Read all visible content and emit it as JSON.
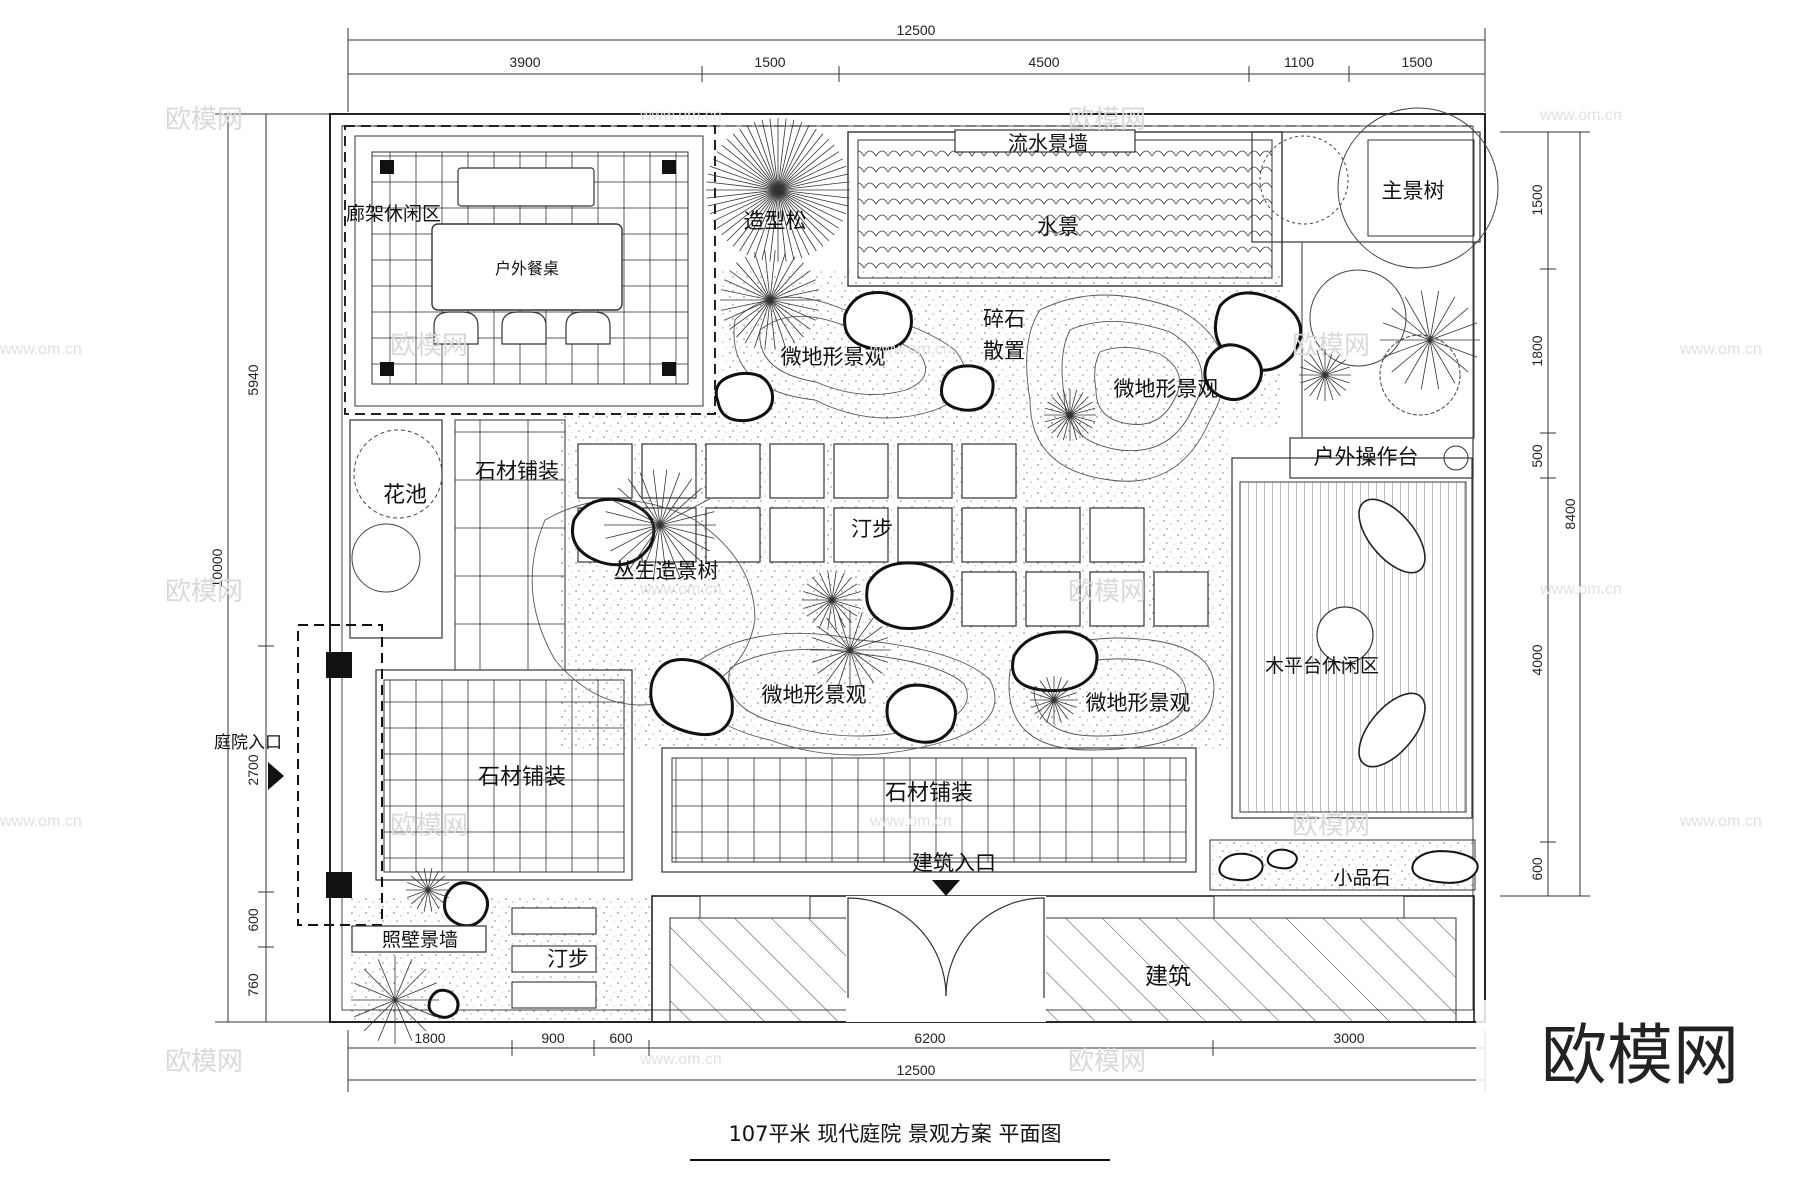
{
  "dimensions": {
    "top_total": "12500",
    "top_segments": [
      "3900",
      "1500",
      "4500",
      "1100",
      "1500"
    ],
    "bottom_total": "12500",
    "bottom_segments": [
      "1800",
      "900",
      "600",
      "6200",
      "3000"
    ],
    "left_outer": "10000",
    "left_segments": [
      "5940",
      "2700",
      "600",
      "760"
    ],
    "right_outer": "8400",
    "right_segments": [
      "1500",
      "1800",
      "500",
      "4000",
      "600"
    ]
  },
  "labels": {
    "pergola": "廊架休闲区",
    "dining_table": "户外餐桌",
    "pine": "造型松",
    "water_wall": "流水景墙",
    "water_feature": "水景",
    "main_tree": "主景树",
    "gravel_line1": "碎石",
    "gravel_line2": "散置",
    "micro_terrain": "微地形景观",
    "stone_paving": "石材铺装",
    "flower_bed": "花池",
    "stepping_stones": "汀步",
    "cluster_tree": "丛生造景树",
    "outdoor_counter": "户外操作台",
    "deck_lounge": "木平台休闲区",
    "entrance_garden": "庭院入口",
    "entrance_building": "建筑入口",
    "screen_wall": "照壁景墙",
    "ornament": "小品石",
    "building": "建筑"
  },
  "title": "107平米  现代庭院  景观方案  平面图",
  "watermark": {
    "brand": "欧模网",
    "url": "www.om.cn"
  }
}
